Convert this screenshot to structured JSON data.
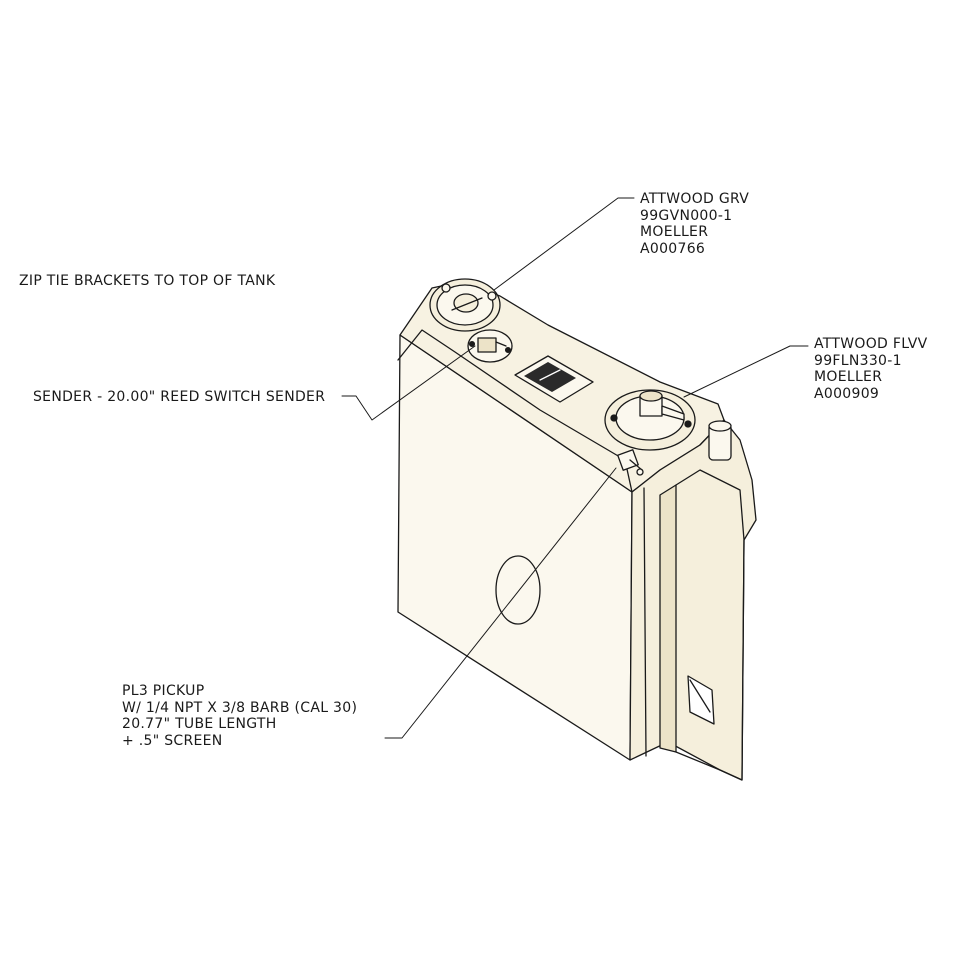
{
  "colors": {
    "ink": "#1a1a1a",
    "tank_top": "#f7f2e2",
    "tank_side": "#f5efdc",
    "tank_front": "#fbf8ee",
    "tank_shadow": "#ece3c8",
    "background": "#ffffff"
  },
  "callouts": {
    "grv": {
      "lines": [
        "ATTWOOD GRV",
        "99GVN000-1",
        "MOELLER",
        "A000766"
      ]
    },
    "flvv": {
      "lines": [
        "ATTWOOD FLVV",
        "99FLN330-1",
        "MOELLER",
        "A000909"
      ]
    },
    "zip_tie": {
      "lines": [
        "ZIP TIE BRACKETS TO TOP OF TANK"
      ]
    },
    "sender": {
      "lines": [
        "SENDER - 20.00\" REED SWITCH SENDER"
      ]
    },
    "pickup": {
      "lines": [
        "PL3 PICKUP",
        "W/ 1/4 NPT X 3/8 BARB (CAL 30)",
        "20.77\" TUBE LENGTH",
        "+ .5\" SCREEN"
      ]
    }
  }
}
